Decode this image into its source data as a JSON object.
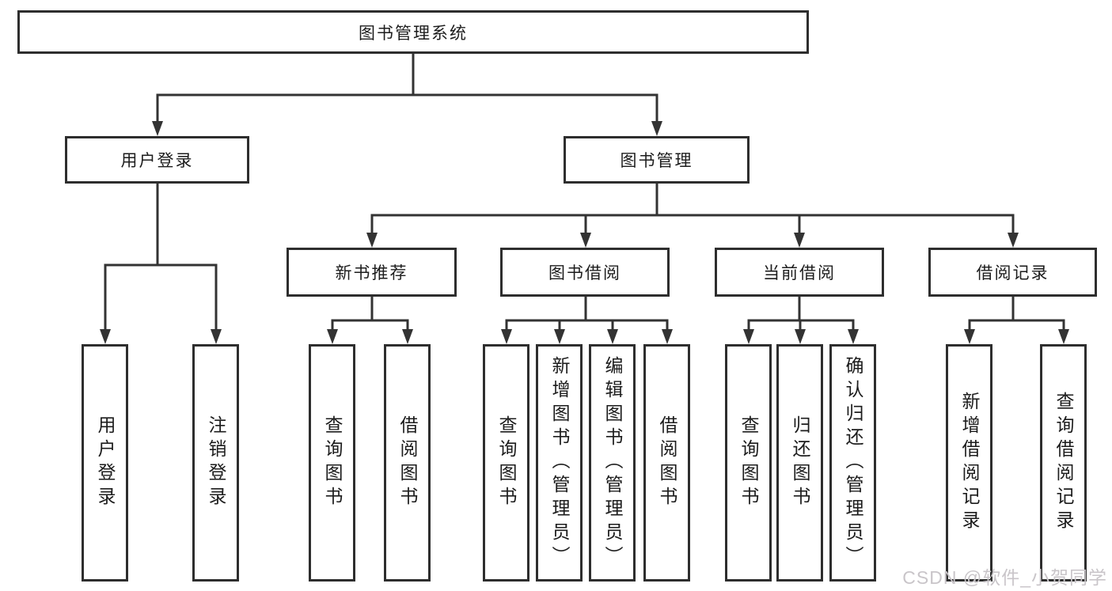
{
  "nodes": {
    "root": "图书管理系统",
    "user_login": {
      "label": "用户登录",
      "children": [
        "用户登录",
        "注销登录"
      ]
    },
    "book_mgmt": {
      "label": "图书管理",
      "new_book_rec": {
        "label": "新书推荐",
        "children": [
          "查询图书",
          "借阅图书"
        ]
      },
      "book_borrow": {
        "label": "图书借阅",
        "children": [
          "查询图书",
          "新增图书（管理员）",
          "编辑图书（管理员）",
          "借阅图书"
        ]
      },
      "current_borrow": {
        "label": "当前借阅",
        "children": [
          "查询图书",
          "归还图书",
          "确认归还（管理员）"
        ]
      },
      "borrow_records": {
        "label": "借阅记录",
        "children": [
          "新增借阅记录",
          "查询借阅记录"
        ]
      }
    }
  },
  "watermark": "CSDN @软件_小贺同学",
  "colors": {
    "background": "#ffffff",
    "border": "#2e2e2e",
    "line": "#333333",
    "text": "#1c1c1c",
    "watermark": "#c9c5c9"
  }
}
